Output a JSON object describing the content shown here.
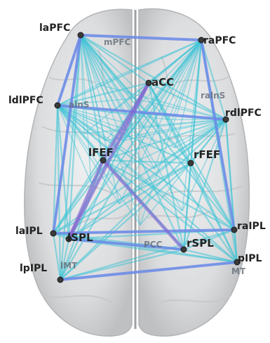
{
  "colors": {
    "edge_main": "#3fc4d6",
    "edge_blue": "#6f86e8",
    "edge_purple": "#8a5fd0",
    "brain_fill": "#e2e3e4",
    "brain_shade": "#c9cacc",
    "node": "#3a3a3a"
  },
  "nodes": [
    {
      "id": "laPFC",
      "label": "laPFC"
    },
    {
      "id": "raPFC",
      "label": "raPFC"
    },
    {
      "id": "ldlPFC",
      "label": "ldlPFC"
    },
    {
      "id": "rdlPFC",
      "label": "rdlPFC"
    },
    {
      "id": "aCC",
      "label": "aCC"
    },
    {
      "id": "lFEF",
      "label": "lFEF"
    },
    {
      "id": "rFEF",
      "label": "rFEF"
    },
    {
      "id": "laIPL",
      "label": "laIPL"
    },
    {
      "id": "raIPL",
      "label": "raIPL"
    },
    {
      "id": "lSPL",
      "label": "lSPL"
    },
    {
      "id": "rSPL",
      "label": "rSPL"
    },
    {
      "id": "lpIPL",
      "label": "lpIPL"
    },
    {
      "id": "rpIPL",
      "label": "pIPL"
    },
    {
      "id": "lMT",
      "label": "lMT"
    },
    {
      "id": "rMT",
      "label": "MT"
    },
    {
      "id": "mPFC",
      "label": "mPFC"
    },
    {
      "id": "laIns",
      "label": "alnS"
    },
    {
      "id": "raIns",
      "label": "ralnS"
    },
    {
      "id": "PCC",
      "label": "PCC"
    }
  ],
  "edges_blue": [
    [
      "laPFC",
      "raPFC"
    ],
    [
      "laPFC",
      "laIPL"
    ],
    [
      "raPFC",
      "raIPL"
    ],
    [
      "laIPL",
      "raIPL"
    ],
    [
      "lpIPL",
      "rpIPL"
    ],
    [
      "lSPL",
      "rSPL"
    ],
    [
      "ldlPFC",
      "rdlPFC"
    ],
    [
      "laPFC",
      "ldlPFC"
    ]
  ],
  "edges_purple": [
    [
      "lFEF",
      "lSPL"
    ],
    [
      "aCC",
      "lSPL"
    ],
    [
      "lFEF",
      "rSPL"
    ],
    [
      "aCC",
      "lFEF"
    ]
  ]
}
